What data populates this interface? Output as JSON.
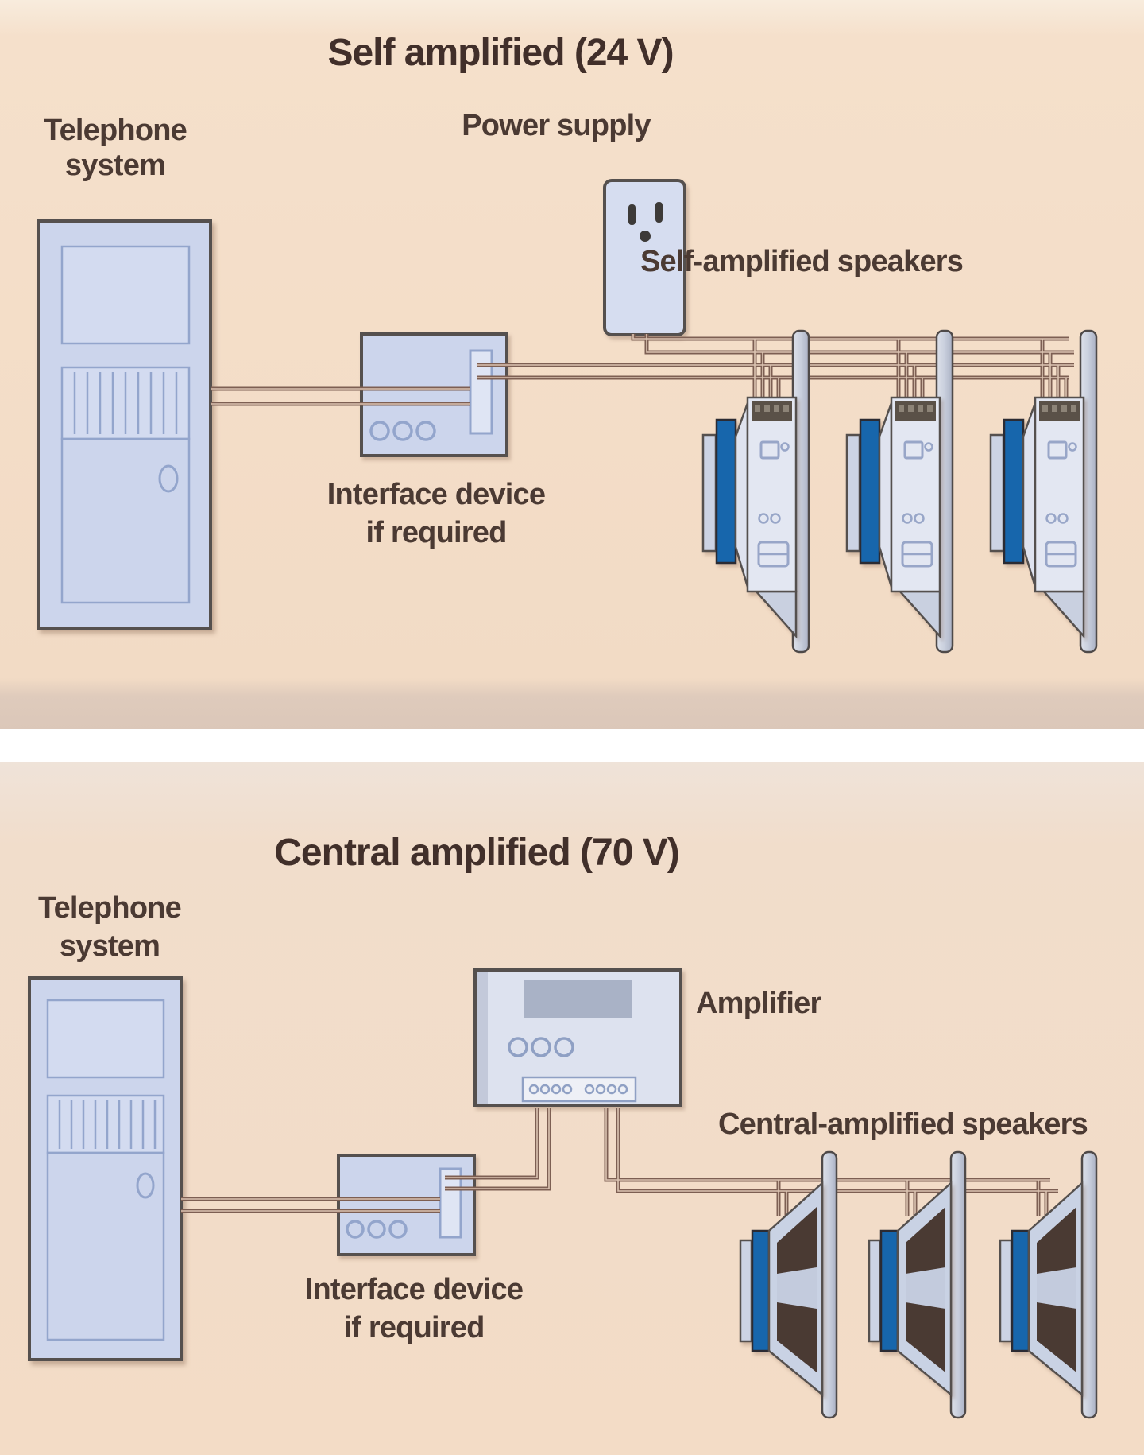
{
  "top_panel": {
    "title": "Self amplified (24 V)",
    "telephone_label": {
      "line1": "Telephone",
      "line2": "system"
    },
    "power_supply_label": "Power supply",
    "speakers_label": "Self-amplified speakers",
    "interface_label": {
      "line1": "Interface device",
      "line2": "if required"
    }
  },
  "bottom_panel": {
    "title": "Central amplified (70 V)",
    "telephone_label": {
      "line1": "Telephone",
      "line2": "system"
    },
    "amplifier_label": "Amplifier",
    "speakers_label": "Central-amplified speakers",
    "interface_label": {
      "line1": "Interface device",
      "line2": "if required"
    }
  },
  "colors": {
    "background_top": "#f4dec8",
    "background_bottom": "#f2dfd0",
    "divider": "#ffffff",
    "equipment_fill": "#ccd5ec",
    "equipment_outline": "#55504e",
    "detail_line": "#93a5cc",
    "wire": "#7d5f53",
    "wire_highlight": "#dcc4b2",
    "speaker_blue": "#1766ac",
    "cone_dark": "#4a3a33",
    "label_text": "#4b3a33",
    "title_text": "#412f2a"
  }
}
